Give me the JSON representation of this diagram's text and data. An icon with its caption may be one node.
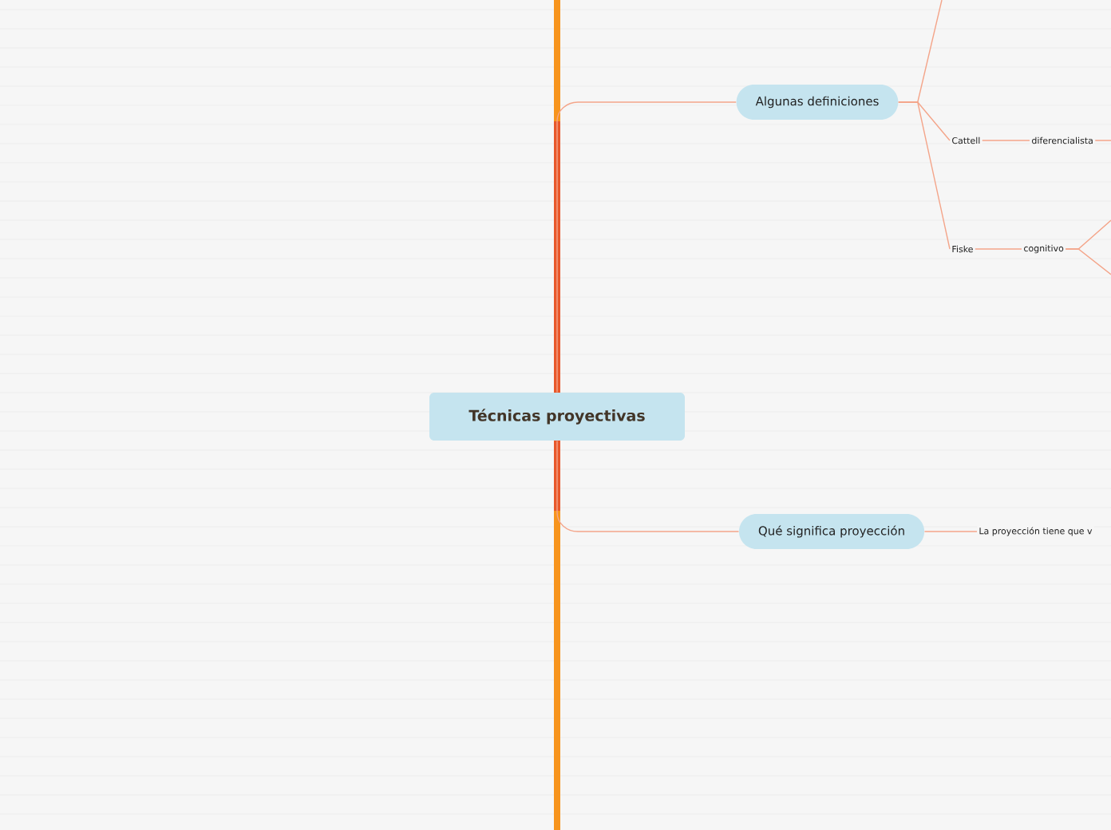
{
  "diagram": {
    "nodes": [
      {
        "text": [
          "Técnicas proyectivas"
        ]
      },
      {
        "text": [
          "Algunas definiciones"
        ]
      },
      {
        "text": [
          "Qué significa proyección"
        ]
      },
      {
        "text": [
          "Cattell"
        ]
      },
      {
        "text": [
          "diferencialista"
        ]
      },
      {
        "text": [
          "Fiske"
        ]
      },
      {
        "text": [
          "cognitivo"
        ]
      },
      {
        "text": [
          "La proyección tiene que v"
        ]
      }
    ],
    "edges": [
      {
        "from": 0,
        "to": 1,
        "arrow": "none"
      },
      {
        "from": 0,
        "to": 2,
        "arrow": "none"
      },
      {
        "from": 1,
        "to": null,
        "arrow": "none"
      },
      {
        "from": 1,
        "to": 3,
        "arrow": "none"
      },
      {
        "from": 1,
        "to": 5,
        "arrow": "none"
      },
      {
        "from": 3,
        "to": 4,
        "arrow": "none"
      },
      {
        "from": 4,
        "to": null,
        "arrow": "none"
      },
      {
        "from": 5,
        "to": 6,
        "arrow": "none"
      },
      {
        "from": 6,
        "to": null,
        "arrow": "none"
      },
      {
        "from": 6,
        "to": null,
        "arrow": "none"
      },
      {
        "from": 2,
        "to": 7,
        "arrow": "none"
      }
    ]
  }
}
